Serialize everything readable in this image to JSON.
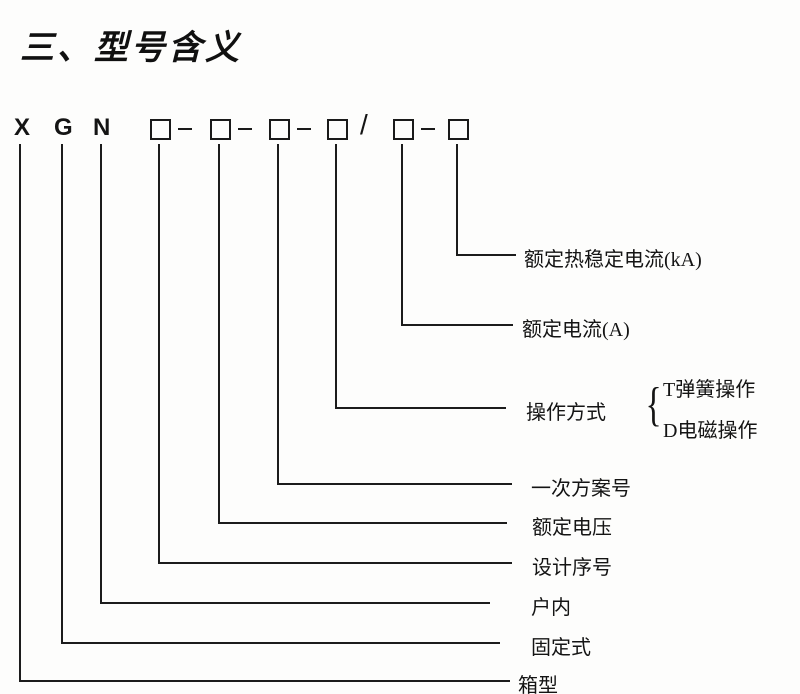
{
  "title": "三、型号含义",
  "model_code": {
    "letters": [
      "X",
      "G",
      "N"
    ],
    "dash": "-",
    "slash": "/"
  },
  "legend": [
    {
      "label": "额定热稳定电流(kA)"
    },
    {
      "label": "额定电流(A)"
    },
    {
      "label": "操作方式",
      "brace": "{",
      "options": [
        "T弹簧操作",
        "D电磁操作"
      ]
    },
    {
      "label": "一次方案号"
    },
    {
      "label": "额定电压"
    },
    {
      "label": "设计序号"
    },
    {
      "label": "户内"
    },
    {
      "label": "固定式"
    },
    {
      "label": "箱型"
    }
  ]
}
